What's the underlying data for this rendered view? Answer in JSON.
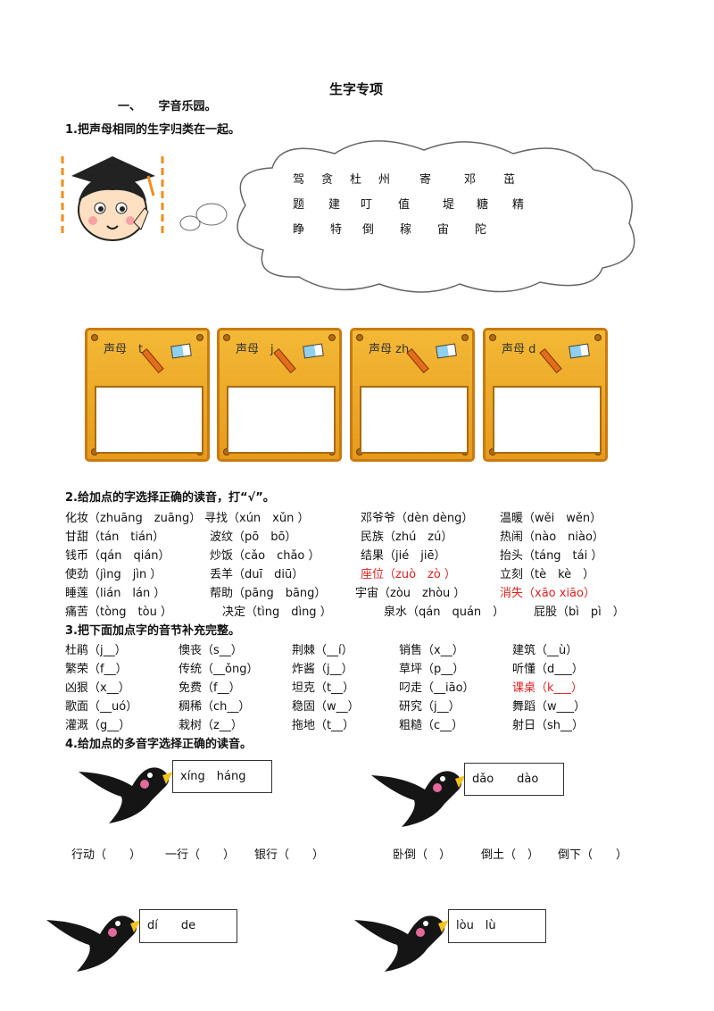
{
  "title": "生字专项",
  "section1": "一、　　字音乐园。",
  "q1": {
    "heading": "1.把声母相同的生字归类在一起。",
    "cloud_rows": [
      [
        "驾",
        "贪",
        "杜",
        "州",
        "寄",
        "邓",
        "茁"
      ],
      [
        "题",
        "建",
        "叮",
        "值",
        "堤",
        "糖",
        "精"
      ],
      [
        "睁",
        "特",
        "倒",
        "稼",
        "宙",
        "陀"
      ]
    ],
    "boards": [
      "声母　t",
      "声母　j",
      "声母 zh",
      "声母 d"
    ]
  },
  "q2": {
    "heading": "2.给加点的字选择正确的读音，打“√”。",
    "rows": [
      [
        "化妆（zhuāng　zuāng）",
        "寻找（xún　xǔn ）",
        "邓爷爷（dèn dèng）",
        "温暖（wěi　wěn）"
      ],
      [
        "甘甜（tán　tián）",
        "波纹（pō　bō）",
        "民族（zhú　zú）",
        "热闹（nào　niào）"
      ],
      [
        "钱币（qán　qián）",
        "炒饭（cǎo　chǎo ）",
        "结果（jié　jiē）",
        "抬头（táng　tái ）"
      ],
      [
        "使劲（jìng　jìn ）",
        "丢羊（duī　diū）",
        "座位（zuò　zò ）",
        "立刻（tè　kè　）"
      ],
      [
        "睡莲（lián　lán ）",
        "帮助（pāng　bāng）",
        "宇宙（zòu　zhòu ）",
        "消失（xāo xiāo）"
      ],
      [
        "痛苦（tòng　tòu ）",
        "决定（tìng　dìng ）",
        "泉水（qán　quán　）",
        "屁股（bì　pì　）"
      ]
    ]
  },
  "q3": {
    "heading": "3.把下面加点字的音节补充完整。",
    "rows": [
      [
        "杜鹃（j__）",
        "懊丧（s__）",
        "荆棘（__í）",
        "销售（x__）",
        "建筑（__ù）"
      ],
      [
        "繁荣（f__）",
        "传统（__ǒng）",
        "炸酱（j__）",
        "草坪（p__）",
        "听懂（d___）"
      ],
      [
        "凶狠（x__）",
        "免费（f__）",
        "坦克（t__）",
        "叼走（__iāo）",
        "课桌（k___）"
      ],
      [
        "歌面（__uó）",
        "稠稀（ch__）",
        "稳固（w__）",
        "研究（j__）",
        "舞蹈（w___）"
      ],
      [
        "灌溉（g__）",
        "栽树（z__）",
        "拖地（t__）",
        "粗糙（c__）",
        "射日（sh__）"
      ]
    ]
  },
  "q4": {
    "heading": "4.给加点的多音字选择正确的读音。",
    "boxes": [
      "xíng　háng",
      "dǎo　　dào",
      "dí　　de",
      "lòu　lù"
    ],
    "line1": [
      "行动（　　）",
      "一行（　　）",
      "银行（　　）"
    ],
    "line2": [
      "卧倒（　）",
      "倒土（　）",
      "倒下（　　）"
    ]
  }
}
